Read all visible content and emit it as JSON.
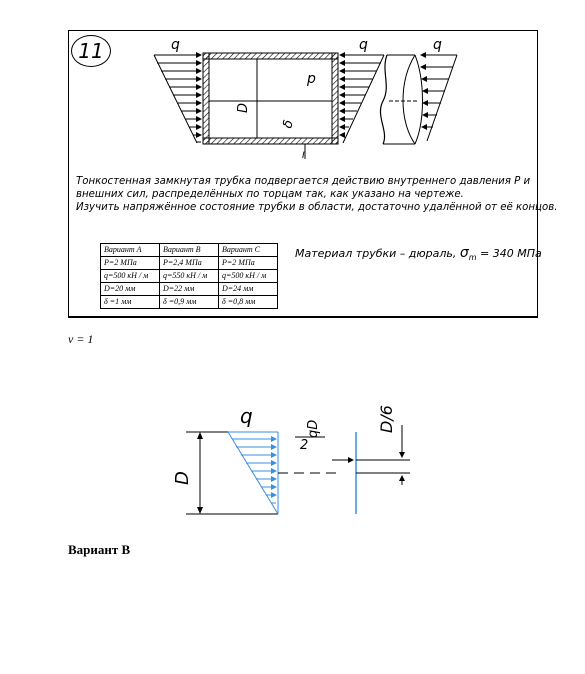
{
  "problem": {
    "number": "11",
    "drawing_labels": {
      "q_left": "q",
      "q_mid": "q",
      "q_right": "q",
      "p": "p",
      "d": "D",
      "delta": "δ",
      "section": "I"
    },
    "condition_lines": [
      "Тонкостенная замкнутая трубка подвергается действию внутреннего давления P и",
      "внешних сил, распределённых по торцам так, как указано на чертеже.",
      "Изучить напряжённое состояние трубки в области, достаточно удалённой от её концов."
    ],
    "variants_table": [
      [
        "Вариант A",
        "Вариант B",
        "Вариант C"
      ],
      [
        "P=2 МПа",
        "P=2,4 МПа",
        "P=2 МПа"
      ],
      [
        "q=500 кН / м",
        "q=550 кН / м",
        "q=500 кН / м"
      ],
      [
        "D=20 мм",
        "D=22 мм",
        "D=24 мм"
      ],
      [
        "δ =1 мм",
        "δ =0,9 мм",
        "δ =0,8 мм"
      ]
    ],
    "material_text": "Материал трубки – дюраль,",
    "sigma_symbol": "σ",
    "sigma_sub": "m",
    "sigma_value": "= 340 МПа"
  },
  "nu_text": "ν = 1",
  "sketch": {
    "q": "q",
    "d": "D",
    "qd": "qD",
    "two": "2",
    "d6": "D/6"
  },
  "variant_label": "Вариант В",
  "colors": {
    "ink": "#000000",
    "load_blue": "#3a8fe0"
  }
}
